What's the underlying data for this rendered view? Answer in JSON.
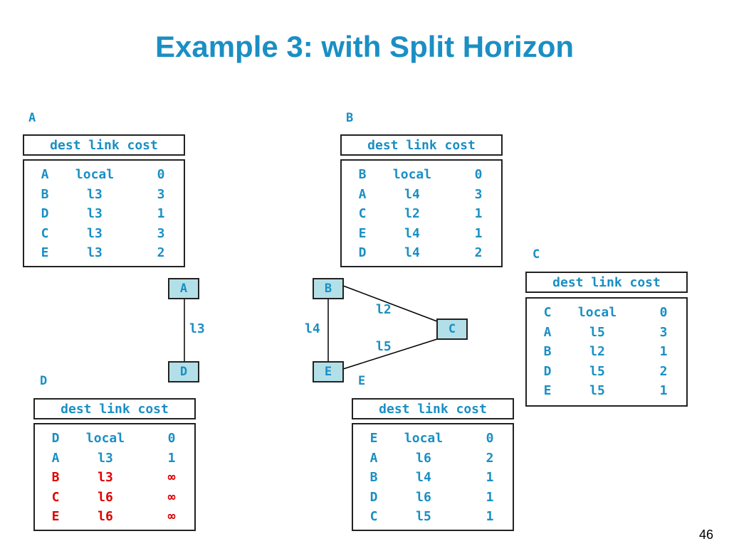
{
  "title": "Example 3: with Split Horizon",
  "page_number": "46",
  "header_text": "dest link cost",
  "tables": {
    "A": {
      "label": "A",
      "rows": [
        {
          "dest": "A",
          "link": "local",
          "cost": "0",
          "red": false
        },
        {
          "dest": "B",
          "link": "l3",
          "cost": "3",
          "red": false
        },
        {
          "dest": "D",
          "link": "l3",
          "cost": "1",
          "red": false
        },
        {
          "dest": "C",
          "link": "l3",
          "cost": "3",
          "red": false
        },
        {
          "dest": "E",
          "link": "l3",
          "cost": "2",
          "red": false
        }
      ]
    },
    "B": {
      "label": "B",
      "rows": [
        {
          "dest": "B",
          "link": "local",
          "cost": "0",
          "red": false
        },
        {
          "dest": "A",
          "link": "l4",
          "cost": "3",
          "red": false
        },
        {
          "dest": "C",
          "link": "l2",
          "cost": "1",
          "red": false
        },
        {
          "dest": "E",
          "link": "l4",
          "cost": "1",
          "red": false
        },
        {
          "dest": "D",
          "link": "l4",
          "cost": "2",
          "red": false
        }
      ]
    },
    "C": {
      "label": "C",
      "rows": [
        {
          "dest": "C",
          "link": "local",
          "cost": "0",
          "red": false
        },
        {
          "dest": "A",
          "link": "l5",
          "cost": "3",
          "red": false
        },
        {
          "dest": "B",
          "link": "l2",
          "cost": "1",
          "red": false
        },
        {
          "dest": "D",
          "link": "l5",
          "cost": "2",
          "red": false
        },
        {
          "dest": "E",
          "link": "l5",
          "cost": "1",
          "red": false
        }
      ]
    },
    "D": {
      "label": "D",
      "rows": [
        {
          "dest": "D",
          "link": "local",
          "cost": "0",
          "red": false
        },
        {
          "dest": "A",
          "link": "l3",
          "cost": "1",
          "red": false
        },
        {
          "dest": "B",
          "link": "l3",
          "cost": "∞",
          "red": true
        },
        {
          "dest": "C",
          "link": "l6",
          "cost": "∞",
          "red": true
        },
        {
          "dest": "E",
          "link": "l6",
          "cost": "∞",
          "red": true
        }
      ]
    },
    "E": {
      "label": "E",
      "rows": [
        {
          "dest": "E",
          "link": "local",
          "cost": "0",
          "red": false
        },
        {
          "dest": "A",
          "link": "l6",
          "cost": "2",
          "red": false
        },
        {
          "dest": "B",
          "link": "l4",
          "cost": "1",
          "red": false
        },
        {
          "dest": "D",
          "link": "l6",
          "cost": "1",
          "red": false
        },
        {
          "dest": "C",
          "link": "l5",
          "cost": "1",
          "red": false
        }
      ]
    }
  },
  "graph": {
    "nodes": {
      "A": "A",
      "D": "D",
      "B": "B",
      "C": "C",
      "E": "E"
    },
    "links": {
      "l3": "l3",
      "l4": "l4",
      "l2": "l2",
      "l5": "l5"
    }
  }
}
